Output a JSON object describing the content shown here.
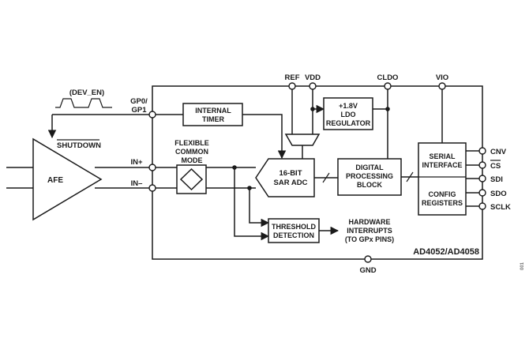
{
  "diagram": {
    "chip_name": "AD4052/AD4058",
    "watermark": "001",
    "blocks": {
      "afe": "AFE",
      "internal_timer": [
        "INTERNAL",
        "TIMER"
      ],
      "flexible_common_mode": [
        "FLEXIBLE",
        "COMMON",
        "MODE"
      ],
      "adc": [
        "16-BIT",
        "SAR ADC"
      ],
      "ldo": [
        "+1.8V",
        "LDO",
        "REGULATOR"
      ],
      "digital_processing": [
        "DIGITAL",
        "PROCESSING",
        "BLOCK"
      ],
      "serial_interface": [
        "SERIAL",
        "INTERFACE"
      ],
      "config_registers": [
        "CONFIG",
        "REGISTERS"
      ],
      "threshold_detection": [
        "THRESHOLD",
        "DETECTION"
      ]
    },
    "labels": {
      "dev_en": "(DEV_EN)",
      "shutdown": "SHUTDOWN",
      "gp0": "GP0/",
      "gp1": "GP1",
      "in_plus": "IN+",
      "in_minus": "IN–",
      "hardware_interrupts": [
        "HARDWARE",
        "INTERRUPTS",
        "(TO GPx PINS)"
      ]
    },
    "pins": {
      "ref": "REF",
      "vdd": "VDD",
      "cldo": "CLDO",
      "vio": "VIO",
      "gnd": "GND",
      "cnv": "CNV",
      "cs": "CS",
      "sdi": "SDI",
      "sdo": "SDO",
      "sclk": "SCLK"
    }
  }
}
